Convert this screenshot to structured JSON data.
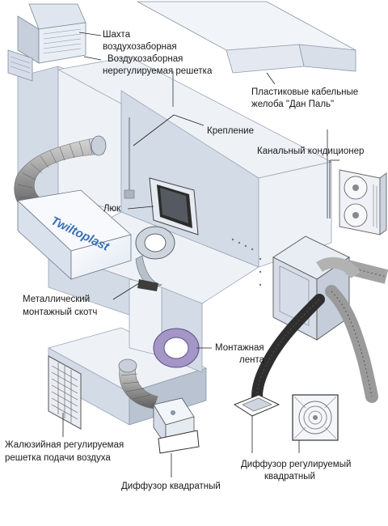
{
  "labels": {
    "shaft_1": "Шахта",
    "shaft_2": "воздухозаборная",
    "grille_1": "Воздухозаборная",
    "grille_2": "нерегулируемая  решетка",
    "cable_1": "Пластиковые  кабельные",
    "cable_2": "желоба  \"Дан  Паль\"",
    "mount": "Крепление",
    "conditioner": "Канальный  кондиционер",
    "hatch": "Люк",
    "tape_1": "Металлический",
    "tape_2": "монтажный  скотч",
    "band_1": "Монтажная",
    "band_2": "лента",
    "louver_1": "Жалюзийная  регулируемая",
    "louver_2": "решетка  подачи  воздуха",
    "diff_adj_1": "Диффузор  регулируемый",
    "diff_adj_2": "квадратный",
    "diff_sq": "Диффузор  квадратный"
  },
  "box_brand": "Twiltoplast",
  "colors": {
    "duct_light": "#eef2f7",
    "duct_side": "#d3dbe6",
    "box_blue": "#3a6fb8",
    "ring_purple": "#9a88c0"
  }
}
